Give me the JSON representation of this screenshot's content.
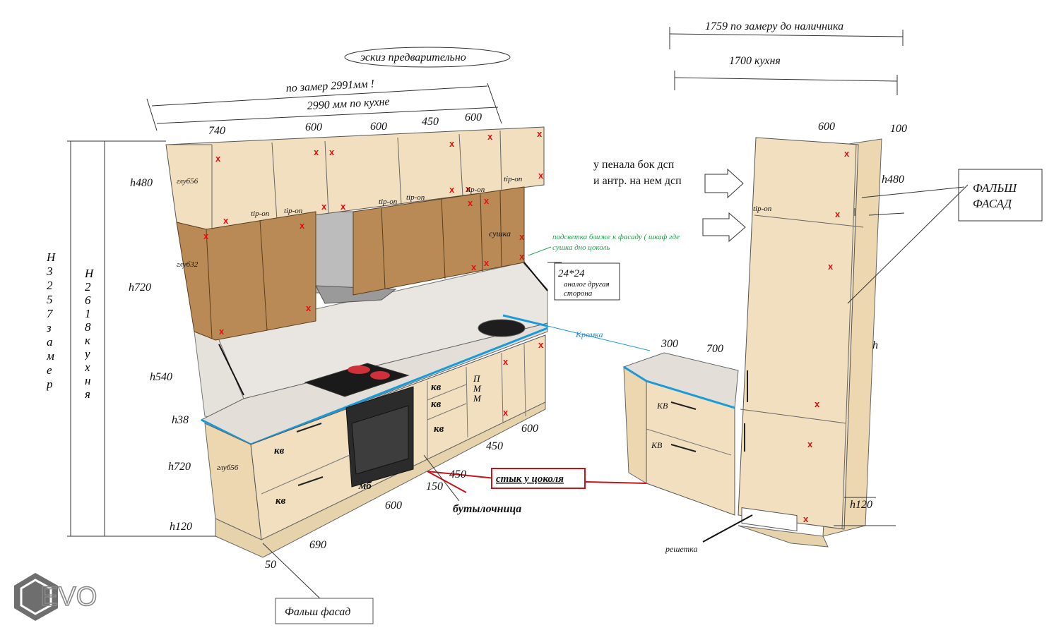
{
  "title_note": "эскиз предварительно",
  "width_labels": {
    "measured": "по замер 2991мм !",
    "kitchen": "2990 мм по кухне",
    "right_measured": "1759 по замеру до наличника",
    "right_kitchen": "1700 кухня"
  },
  "top_widths": [
    "740",
    "600",
    "600",
    "450",
    "600"
  ],
  "heights": {
    "h480": "h480",
    "h720_upper": "h720",
    "h540": "h540",
    "h38": "h38",
    "h720_lower": "h720",
    "h120": "h120",
    "right_h480": "h480",
    "right_h": "h",
    "right_h120": "h120"
  },
  "vertical_total": "Н3257 замер",
  "vertical_kitchen": "Н2618 кухня",
  "depth_labels": {
    "upper": "глуб56",
    "middle": "глуб32",
    "lower": "глуб56"
  },
  "tip_on": "tip-on",
  "drawer_labels": {
    "kv": "кв",
    "KV": "КВ",
    "mb": "мб",
    "pmm": "ПММ"
  },
  "dryer": "сушка",
  "lighting_note": "подсветка ближе к фасаду ( шкаф где сушка дно цоколь",
  "profile_note": {
    "size": "24*24",
    "text": "аналог другая сторона"
  },
  "edge_label": "Кромка",
  "base_widths": {
    "w600_right": "600",
    "w450_a": "450",
    "w450_b": "450",
    "w150": "150",
    "w600": "600",
    "w690": "690",
    "w50": "50"
  },
  "bottle": "бутылочница",
  "plinth_joint": "стык у цоколя",
  "false_facade_bottom": "Фальш фасад",
  "false_facade_box": [
    "ФАЛЬШ",
    "ФАСАД"
  ],
  "pencil_note": [
    "у пенала бок дсп",
    "и антр. на нем дсп"
  ],
  "right_widths": {
    "w600": "600",
    "w100": "100",
    "w300": "300",
    "w700": "700"
  },
  "grille": "решетка",
  "logo": "EVO",
  "colors": {
    "cream": "#f1dfbf",
    "wood": "#b98a55",
    "marble": "#e9e6e1",
    "cross": "#e01010",
    "edge": "#1a9ad6",
    "joint": "#c8121a",
    "lighting": "#22a04a"
  }
}
